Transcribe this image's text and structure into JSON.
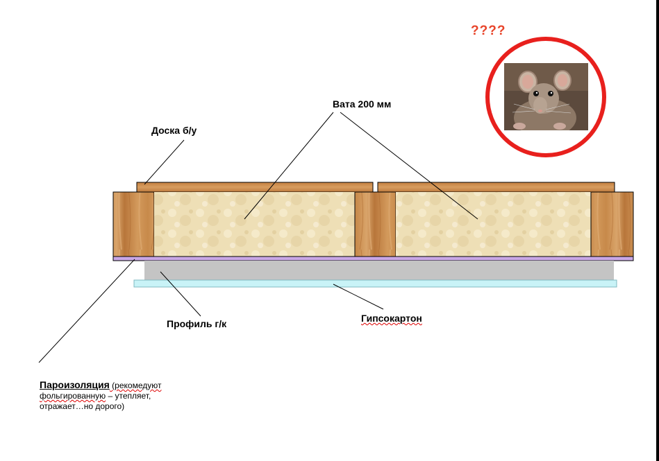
{
  "question_mark": "????",
  "labels": {
    "board": "Доска б/у",
    "wool": "Вата 200 мм",
    "profile": "Профиль г/к",
    "drywall": "Гипсокартон"
  },
  "note": {
    "title": "Пароизоляция",
    "text_part1": " (рекомедуют",
    "text_part2": "фольгированную",
    "text_part3": " – утепляет,",
    "text_part4": "отражает…но дорого)"
  },
  "colors": {
    "wood": "#c98a4a",
    "wool": "#efe0b8",
    "vapor": "#c9a7e6",
    "profile": "#c4c4c4",
    "drywall": "#c9f3f7",
    "circle": "#e8201d"
  }
}
